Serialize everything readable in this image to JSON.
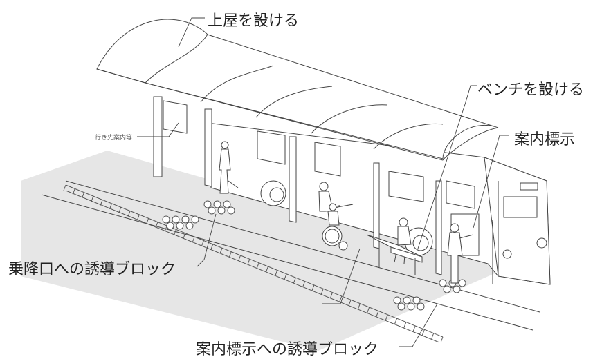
{
  "labels": {
    "roof": "上屋を設ける",
    "bench": "ベンチを設ける",
    "guide_sign": "案内標示",
    "destination_sign": "行き先案内等",
    "boarding_guide_block": "乗降口への誘導ブロック",
    "sign_guide_block": "案内標示への誘導ブロック"
  },
  "colors": {
    "ground": "#e6e6e6",
    "line": "#444444"
  }
}
